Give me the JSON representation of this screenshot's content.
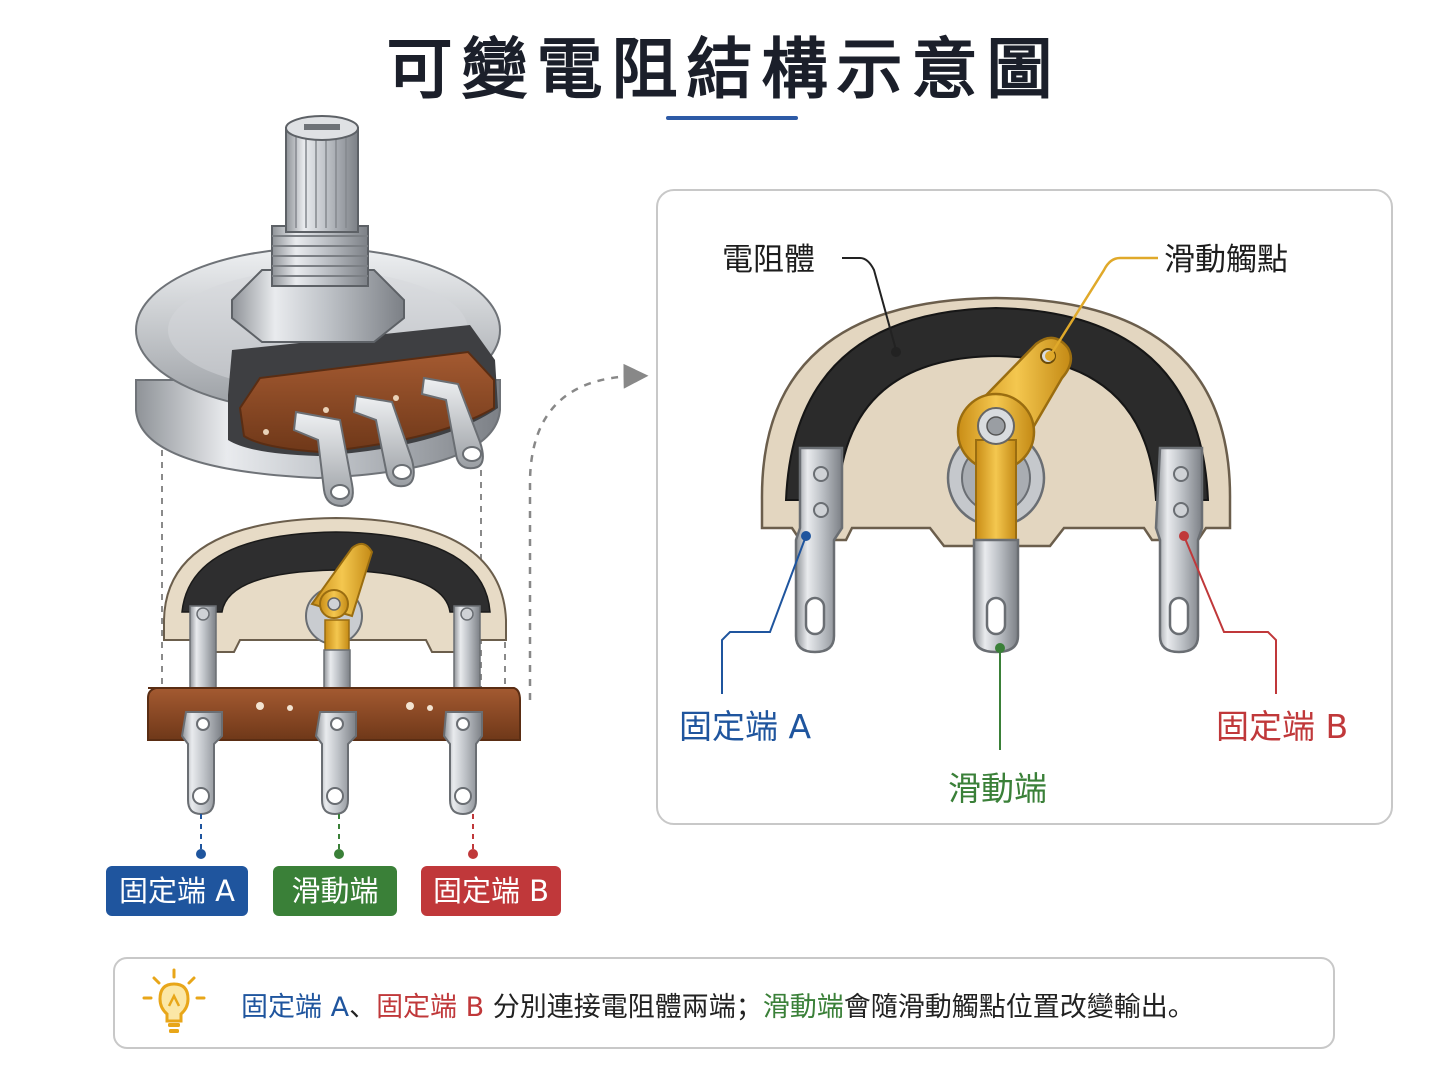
{
  "title": "可變電阻結構示意圖",
  "terminals": {
    "fixed_a": "固定端 A",
    "wiper": "滑動端",
    "fixed_b": "固定端 B"
  },
  "zoom_callouts": {
    "resistive_element": "電阻體",
    "wiper_contact": "滑動觸點",
    "fixed_a": "固定端 A",
    "fixed_b": "固定端 B",
    "wiper": "滑動端"
  },
  "note": {
    "fixed_a": "固定端 A",
    "sep1": "、",
    "fixed_b": "固定端 B",
    "mid": " 分別連接電阻體兩端；",
    "wiper": "滑動端",
    "end": "會隨滑動觸點位置改變輸出。"
  },
  "icons": [
    "lightbulb-icon",
    "arrow-icon"
  ],
  "colors": {
    "fixed_a": "#1f559e",
    "wiper": "#3a8038",
    "fixed_b": "#c0383a",
    "title_rule": "#2d5aa6",
    "resistive_track": "#2b2b2b",
    "wiper_arm": "#e0a92a",
    "phenolic_board": "#8b4a26",
    "ceramic_base": "#e3d6c0"
  }
}
